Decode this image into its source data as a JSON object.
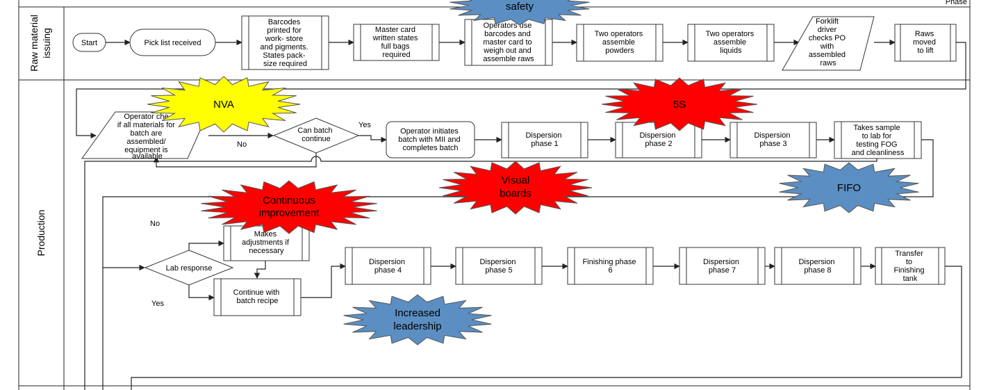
{
  "header": {
    "phase_label": "Phase"
  },
  "lanes": {
    "raw_material": [
      "Raw material",
      "issuing"
    ],
    "production": [
      "Production"
    ]
  },
  "nodes": {
    "start": [
      "Start"
    ],
    "pick_list": [
      "Pick list received"
    ],
    "barcodes": [
      "Barcodes",
      "printed for",
      "work- store",
      "and pigments.",
      "States pack-",
      "size required"
    ],
    "master_card": [
      "Master card",
      "written states",
      "full bags",
      "required"
    ],
    "operators_barcodes": [
      "Operators use",
      "barcodes and",
      "master card to",
      "weigh out and",
      "assemble raws"
    ],
    "two_powders": [
      "Two operators",
      "assemble",
      "powders"
    ],
    "two_liquids": [
      "Two operators",
      "assemble",
      "liquids"
    ],
    "forklift": [
      "Forklift",
      "driver",
      "checks PO",
      "with",
      "assembled",
      "raws"
    ],
    "raws_lift": [
      "Raws",
      "moved",
      "to lift"
    ],
    "operator_check": [
      "Operator che",
      "if all materials for",
      "batch are",
      "assembled/",
      "equipment is",
      "available"
    ],
    "can_batch": [
      "Can batch",
      "continue"
    ],
    "initiates": [
      "Operator initiates",
      "batch with MII and",
      "completes batch"
    ],
    "disp1": [
      "Dispersion",
      "phase 1"
    ],
    "disp2": [
      "Dispersion",
      "phase 2"
    ],
    "disp3": [
      "Dispersion",
      "phase 3"
    ],
    "takes_sample": [
      "Takes sample",
      "to lab for",
      "testing FOG",
      "and cleanliness"
    ],
    "lab_response": [
      "Lab response"
    ],
    "makes_adj": [
      "Makes",
      "adjustments if",
      "necessary"
    ],
    "continue_recipe": [
      "Continue with",
      "batch recipe"
    ],
    "disp4": [
      "Dispersion",
      "phase 4"
    ],
    "disp5": [
      "Dispersion",
      "phase 5"
    ],
    "finish6": [
      "Finishing phase",
      "6"
    ],
    "disp7": [
      "Dispersion",
      "phase 7"
    ],
    "disp8": [
      "Dispersion",
      "phase 8"
    ],
    "transfer": [
      "Transfer",
      "to",
      "Finishing",
      "tank"
    ]
  },
  "edge_labels": {
    "no1": "No",
    "yes1": "Yes",
    "no2": "No",
    "yes2": "Yes"
  },
  "bursts": {
    "safety": {
      "lines": [
        "safety"
      ],
      "color": "#5b8ec2"
    },
    "nva": {
      "lines": [
        "NVA"
      ],
      "color": "#ffff00"
    },
    "s5": {
      "lines": [
        "5S"
      ],
      "color": "#ff0000"
    },
    "visual": {
      "lines": [
        "Visual",
        "boards"
      ],
      "color": "#ff0000"
    },
    "fifo": {
      "lines": [
        "FIFO"
      ],
      "color": "#5b8ec2"
    },
    "ci": {
      "lines": [
        "Continuous",
        "improvement"
      ],
      "color": "#ff0000"
    },
    "leader": {
      "lines": [
        "Increased",
        "leadership"
      ],
      "color": "#5b8ec2"
    }
  }
}
